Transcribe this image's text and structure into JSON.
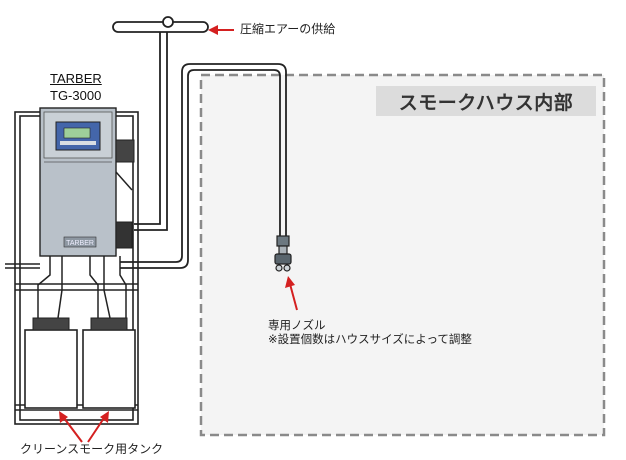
{
  "labels": {
    "air_supply": "圧縮エアーの供給",
    "brand": "TARBER",
    "model": "TG-3000",
    "smokehouse_interior": "スモークハウス内部",
    "nozzle_title": "専用ノズル",
    "nozzle_note": "※設置個数はハウスサイズによって調整",
    "tanks": "クリーンスモーク用タンク",
    "panel_logo": "TARBER"
  },
  "colors": {
    "arrow": "#d42020",
    "room_border": "#8a8a8a",
    "room_fill": "#f4f4f4",
    "cabinet": "#b9c1c9",
    "panel": "#4466aa"
  }
}
